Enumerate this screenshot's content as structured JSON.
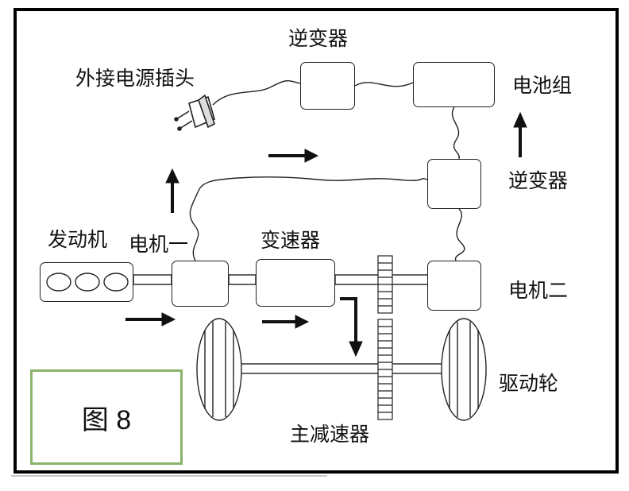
{
  "labels": {
    "inverter_top": "逆变器",
    "external_plug": "外接电源插头",
    "battery": "电池组",
    "inverter_right": "逆变器",
    "engine": "发动机",
    "motor1": "电机一",
    "transmission": "变速器",
    "motor2": "电机二",
    "drive_wheels": "驱动轮",
    "final_drive": "主减速器"
  },
  "figure_label": "图 8",
  "colors": {
    "figure_border": "#8cb36b",
    "line": "#222222"
  }
}
